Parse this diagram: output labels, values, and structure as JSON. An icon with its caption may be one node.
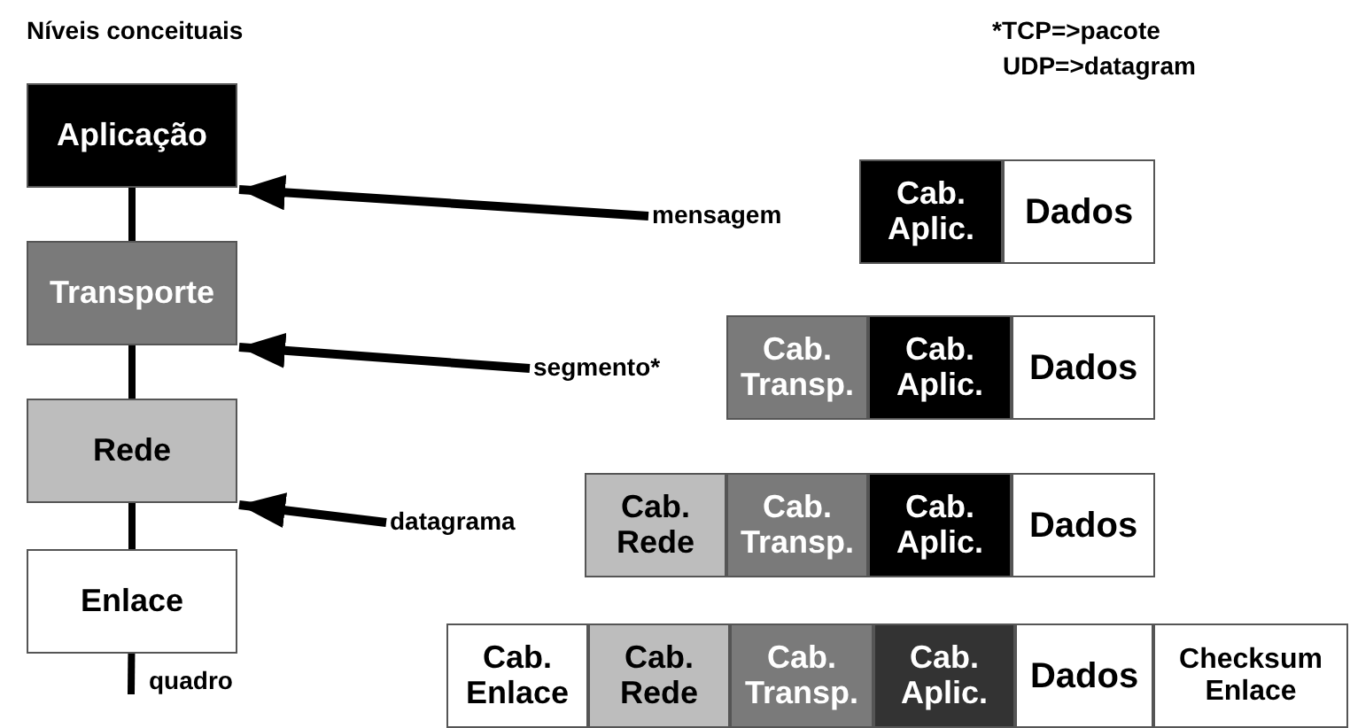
{
  "diagram": {
    "title": "Níveis conceituais",
    "nodes": [
      {
        "text": [
          "Aplicação"
        ]
      },
      {
        "text": [
          "Transporte"
        ]
      },
      {
        "text": [
          "Rede"
        ]
      },
      {
        "text": [
          "Enlace"
        ]
      },
      {
        "text": [
          "mensagem"
        ]
      },
      {
        "text": [
          "Cab. Aplic."
        ]
      },
      {
        "text": [
          "Dados"
        ]
      },
      {
        "text": [
          "segmento*"
        ]
      },
      {
        "text": [
          "Cab. Transp."
        ]
      },
      {
        "text": [
          "Cab. Aplic."
        ]
      },
      {
        "text": [
          "Dados"
        ]
      },
      {
        "text": [
          "datagrama"
        ]
      },
      {
        "text": [
          "Cab. Rede"
        ]
      },
      {
        "text": [
          "Cab. Transp."
        ]
      },
      {
        "text": [
          "Cab. Aplic."
        ]
      },
      {
        "text": [
          "Dados"
        ]
      },
      {
        "text": [
          "Cab. Enlace"
        ]
      },
      {
        "text": [
          "Cab. Rede"
        ]
      },
      {
        "text": [
          "Cab. Transp."
        ]
      },
      {
        "text": [
          "Cab. Aplic."
        ]
      },
      {
        "text": [
          "Dados"
        ]
      },
      {
        "text": [
          "Checksum Enlace"
        ]
      }
    ],
    "edges": [
      {
        "from": 0,
        "to": 1,
        "arrow": "none"
      },
      {
        "from": 1,
        "to": 2,
        "arrow": "none"
      },
      {
        "from": 2,
        "to": 3,
        "arrow": "none"
      },
      {
        "from": 3,
        "to": null,
        "arrow": "none"
      },
      {
        "from": 4,
        "to": 0,
        "arrow": "to"
      },
      {
        "from": 7,
        "to": 1,
        "arrow": "to"
      },
      {
        "from": 11,
        "to": 2,
        "arrow": "to"
      }
    ],
    "labels": [
      "*TCP=>pacote",
      "UDP=>datagram",
      "quadro"
    ]
  }
}
